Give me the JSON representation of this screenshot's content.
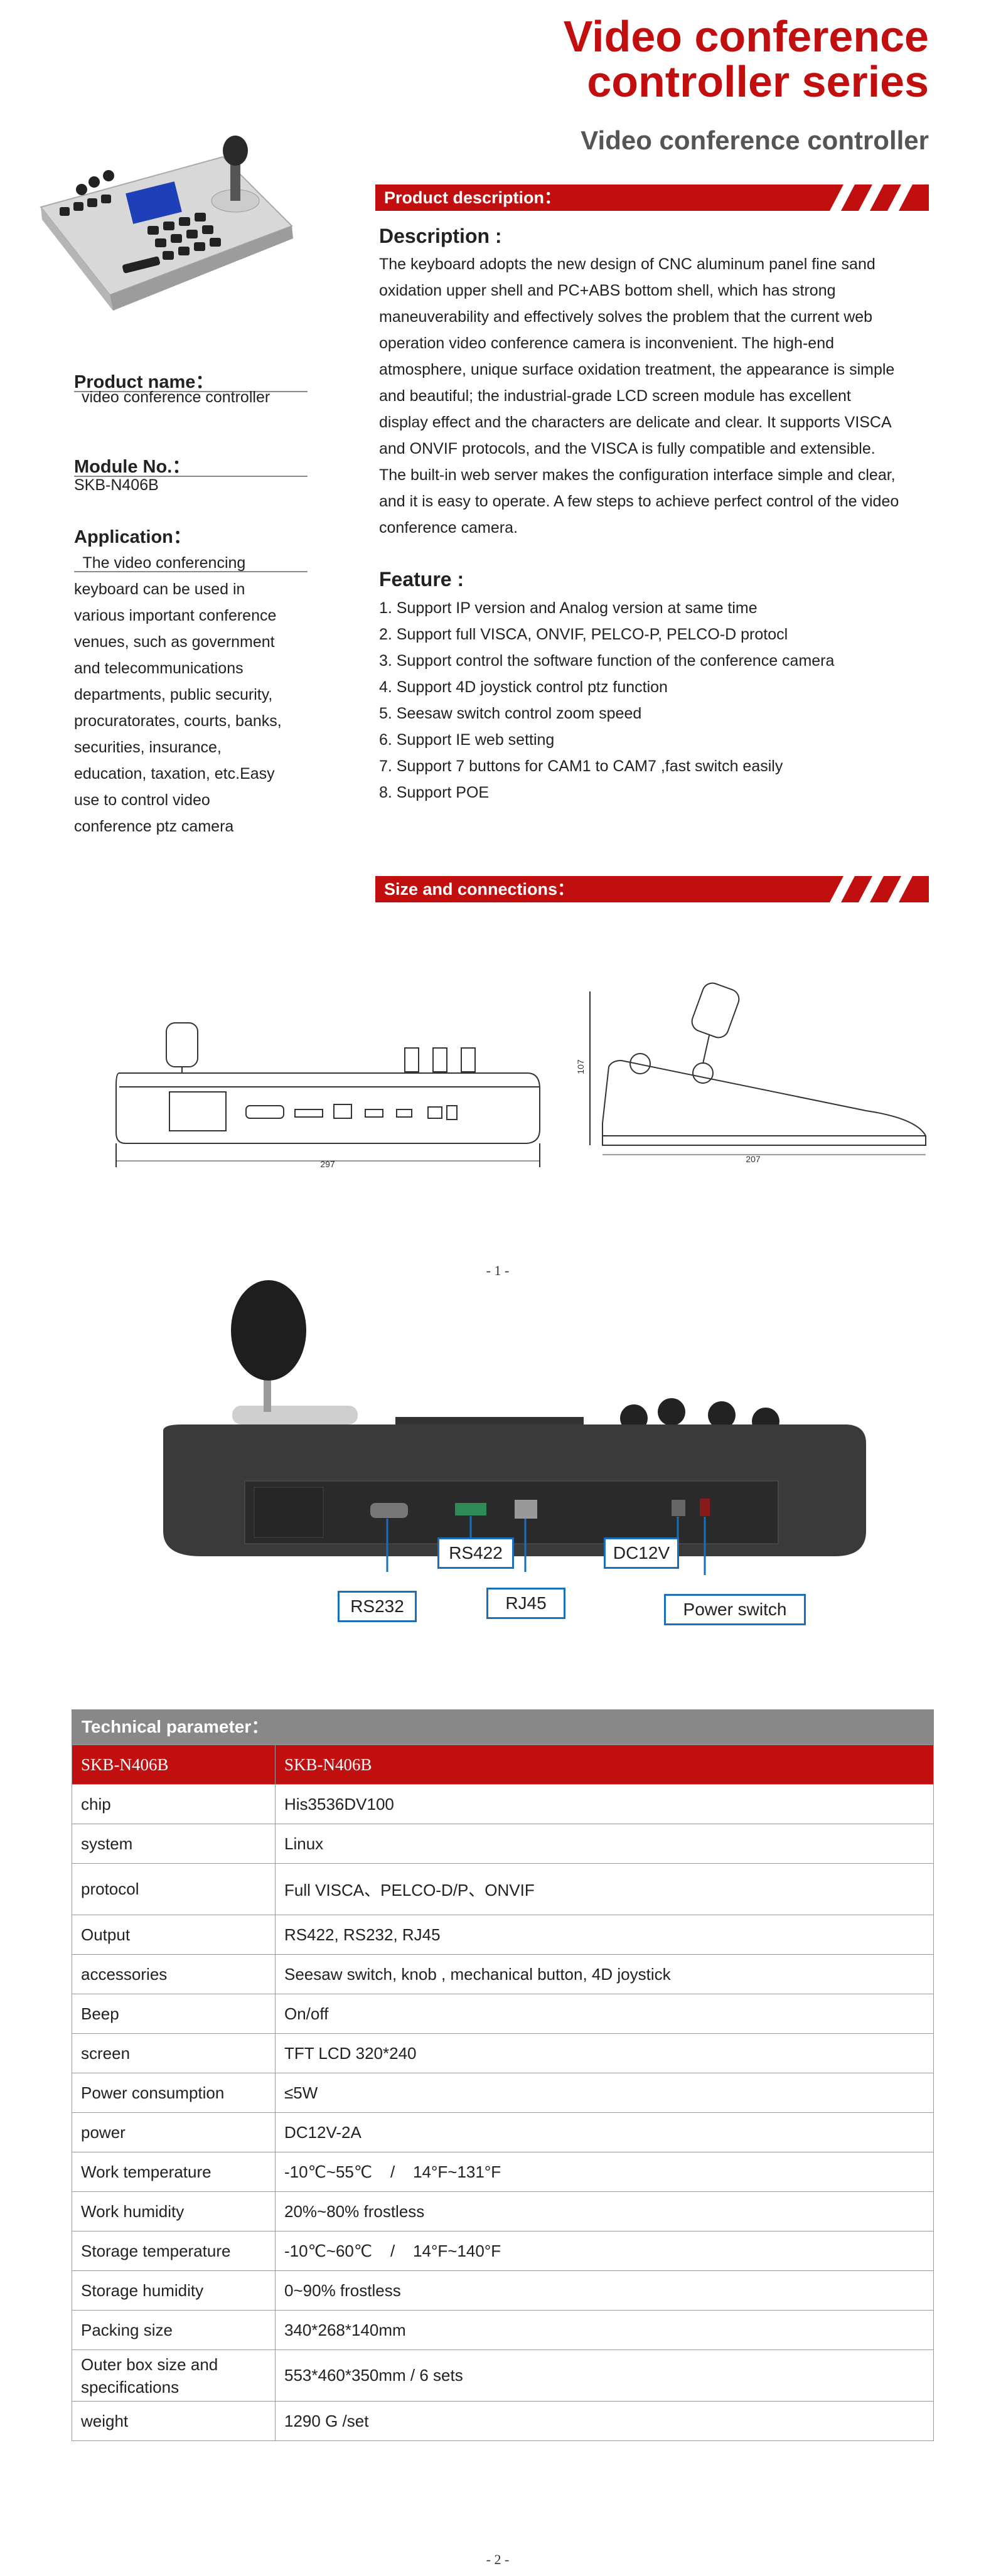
{
  "header": {
    "title_line1": "Video conference",
    "title_line2": "controller series",
    "subtitle": "Video conference controller"
  },
  "left": {
    "product_name_label": "Product name：",
    "product_name_value": "video conference controller",
    "module_label": "Module No.：",
    "module_value": "SKB-N406B",
    "application_label": "Application：",
    "application_lines": [
      "  The video conferencing",
      "keyboard can be used in",
      "various important conference",
      "venues, such as government",
      "and telecommunications",
      "departments, public security,",
      "procuratorates, courts, banks,",
      "securities, insurance,",
      "education, taxation, etc.Easy",
      "use to control video",
      "conference ptz camera"
    ]
  },
  "product_description": {
    "bar_label": "Product description：",
    "heading": "Description :",
    "lines": [
      "The keyboard adopts the new design of CNC aluminum panel fine sand",
      "oxidation upper shell and PC+ABS bottom shell, which has strong",
      "maneuverability and effectively solves the problem that the current web",
      "operation video conference camera is inconvenient. The high-end",
      "atmosphere, unique surface oxidation treatment, the appearance is simple",
      "and beautiful; the industrial-grade LCD screen module has excellent",
      "display effect and the characters are delicate and clear. It supports VISCA",
      "and ONVIF protocols, and the VISCA is fully compatible and extensible.",
      "The built-in web server makes the configuration interface simple and clear,",
      "and it is easy to operate. A few steps to achieve perfect control of the video",
      "conference camera."
    ]
  },
  "feature": {
    "heading": "Feature :",
    "items": [
      "1. Support IP version and Analog version at same time",
      "2. Support full VISCA, ONVIF, PELCO-P, PELCO-D protocl",
      "3. Support control the software function of the conference camera",
      "4. Support 4D joystick control ptz function",
      "5. Seesaw switch control zoom speed",
      "6. Support IE web setting",
      "7. Support 7 buttons for CAM1 to CAM7 ,fast switch easily",
      "8. Support POE"
    ]
  },
  "size_section": {
    "bar_label": "Size and connections：",
    "dim_width_front": "297",
    "dim_width_side": "207",
    "dim_height_side": "107"
  },
  "page1": "- 1 -",
  "connections": {
    "rs422": "RS422",
    "rs232": "RS232",
    "rj45": "RJ45",
    "dc12v": "DC12V",
    "power_switch": "Power switch"
  },
  "tech": {
    "header": "Technical parameter：",
    "model_left": "SKB-N406B",
    "model_right": "SKB-N406B",
    "rows": [
      {
        "k": "chip",
        "v": "His3536DV100"
      },
      {
        "k": "system",
        "v": "Linux"
      },
      {
        "k": "protocol",
        "v": "Full VISCA、PELCO-D/P、ONVIF"
      },
      {
        "k": "Output",
        "v": "RS422, RS232, RJ45"
      },
      {
        "k": "accessories",
        "v": "Seesaw switch, knob , mechanical button, 4D joystick"
      },
      {
        "k": "Beep",
        "v": "On/off"
      },
      {
        "k": "screen",
        "v": "TFT LCD 320*240"
      },
      {
        "k": "Power consumption",
        "v": "≤5W"
      },
      {
        "k": "power",
        "v": "DC12V-2A"
      },
      {
        "k": "Work temperature",
        "v": "-10℃~55℃    /    14°F~131°F"
      },
      {
        "k": "Work humidity",
        "v": "20%~80% frostless"
      },
      {
        "k": "Storage temperature",
        "v": "-10℃~60℃    /    14°F~140°F"
      },
      {
        "k": "Storage humidity",
        "v": "0~90% frostless"
      },
      {
        "k": "Packing size",
        "v": "340*268*140mm"
      },
      {
        "k": "Outer box size and specifications",
        "v": "553*460*350mm / 6 sets"
      },
      {
        "k": "weight",
        "v": "1290 G /set"
      }
    ]
  },
  "page2": "- 2 -",
  "colors": {
    "accent": "#c10f0f",
    "callout": "#1a6fb8",
    "table_header": "#888888"
  }
}
